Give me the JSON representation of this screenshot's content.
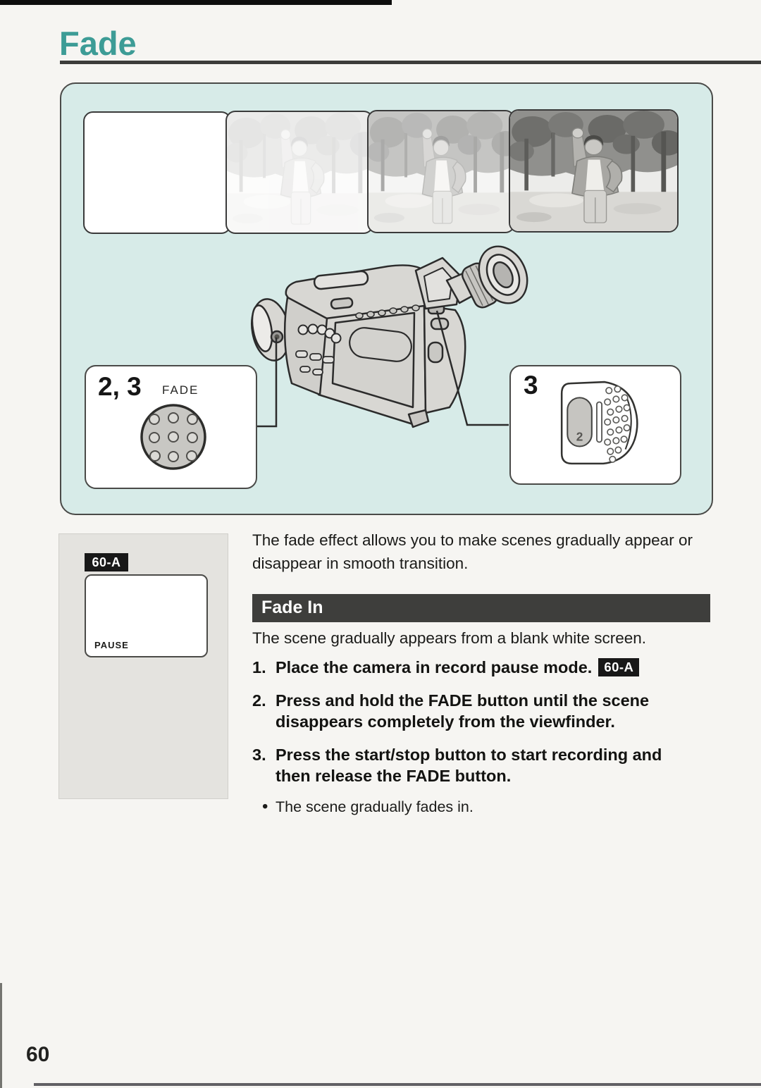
{
  "page": {
    "title": "Fade",
    "page_number": "60"
  },
  "colors": {
    "accent_teal": "#3d9c96",
    "panel_bg": "#d7ebe8",
    "section_bar": "#3e3e3c",
    "badge_black": "#181818"
  },
  "panel": {
    "left_callout": {
      "step_ref": "2, 3",
      "button_label": "FADE"
    },
    "right_callout": {
      "step_ref": "3",
      "button_digit": "2"
    }
  },
  "sidebar": {
    "ref_badge": "60-A",
    "viewfinder_label": "PAUSE"
  },
  "content": {
    "intro": "The fade effect allows you to make scenes gradually appear or\ndisappear in smooth transition.",
    "section_header": "Fade In",
    "section_sub": "The scene gradually appears from a blank white screen.",
    "steps": [
      {
        "num": "1.",
        "text": "Place the camera in record pause mode.",
        "badge": "60-A"
      },
      {
        "num": "2.",
        "text": "Press and hold the FADE button until the scene\ndisappears completely from the viewfinder."
      },
      {
        "num": "3.",
        "text": "Press the start/stop button to start recording and\nthen release the FADE button."
      }
    ],
    "bullet": "The scene gradually fades in."
  }
}
